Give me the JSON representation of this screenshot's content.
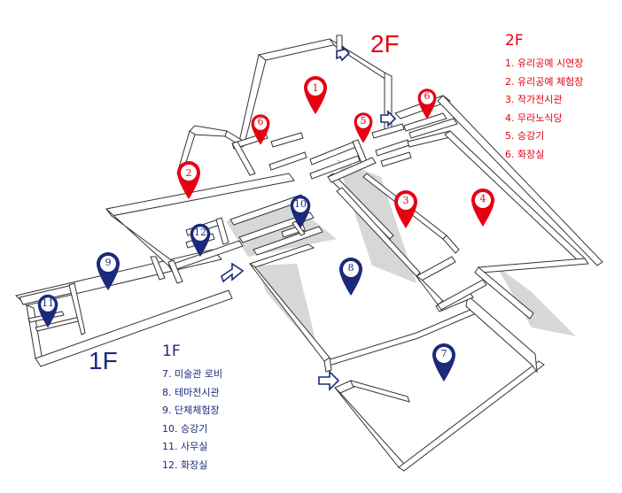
{
  "floor2": {
    "label": "2F",
    "color": "#e60012",
    "legend_title": "2F",
    "items": [
      "1. 유리공예 시연장",
      "2. 유리공예 체험장",
      "3. 작가전시관",
      "4. 무라노식당",
      "5. 승강기",
      "6. 화장실"
    ]
  },
  "floor1": {
    "label": "1F",
    "color": "#1b2a7a",
    "legend_title": "1F",
    "items": [
      "7. 미술관 로비",
      "8. 테마전시관",
      "9. 단체체험장",
      "10. 승강기",
      "11. 사무실",
      "12. 화장실"
    ]
  },
  "markers": {
    "m1": "1",
    "m2": "2",
    "m3": "3",
    "m4": "4",
    "m5": "5",
    "m6a": "6",
    "m6b": "6",
    "m7": "7",
    "m8": "8",
    "m9": "9",
    "m10": "10",
    "m11": "11",
    "m12": "12"
  }
}
